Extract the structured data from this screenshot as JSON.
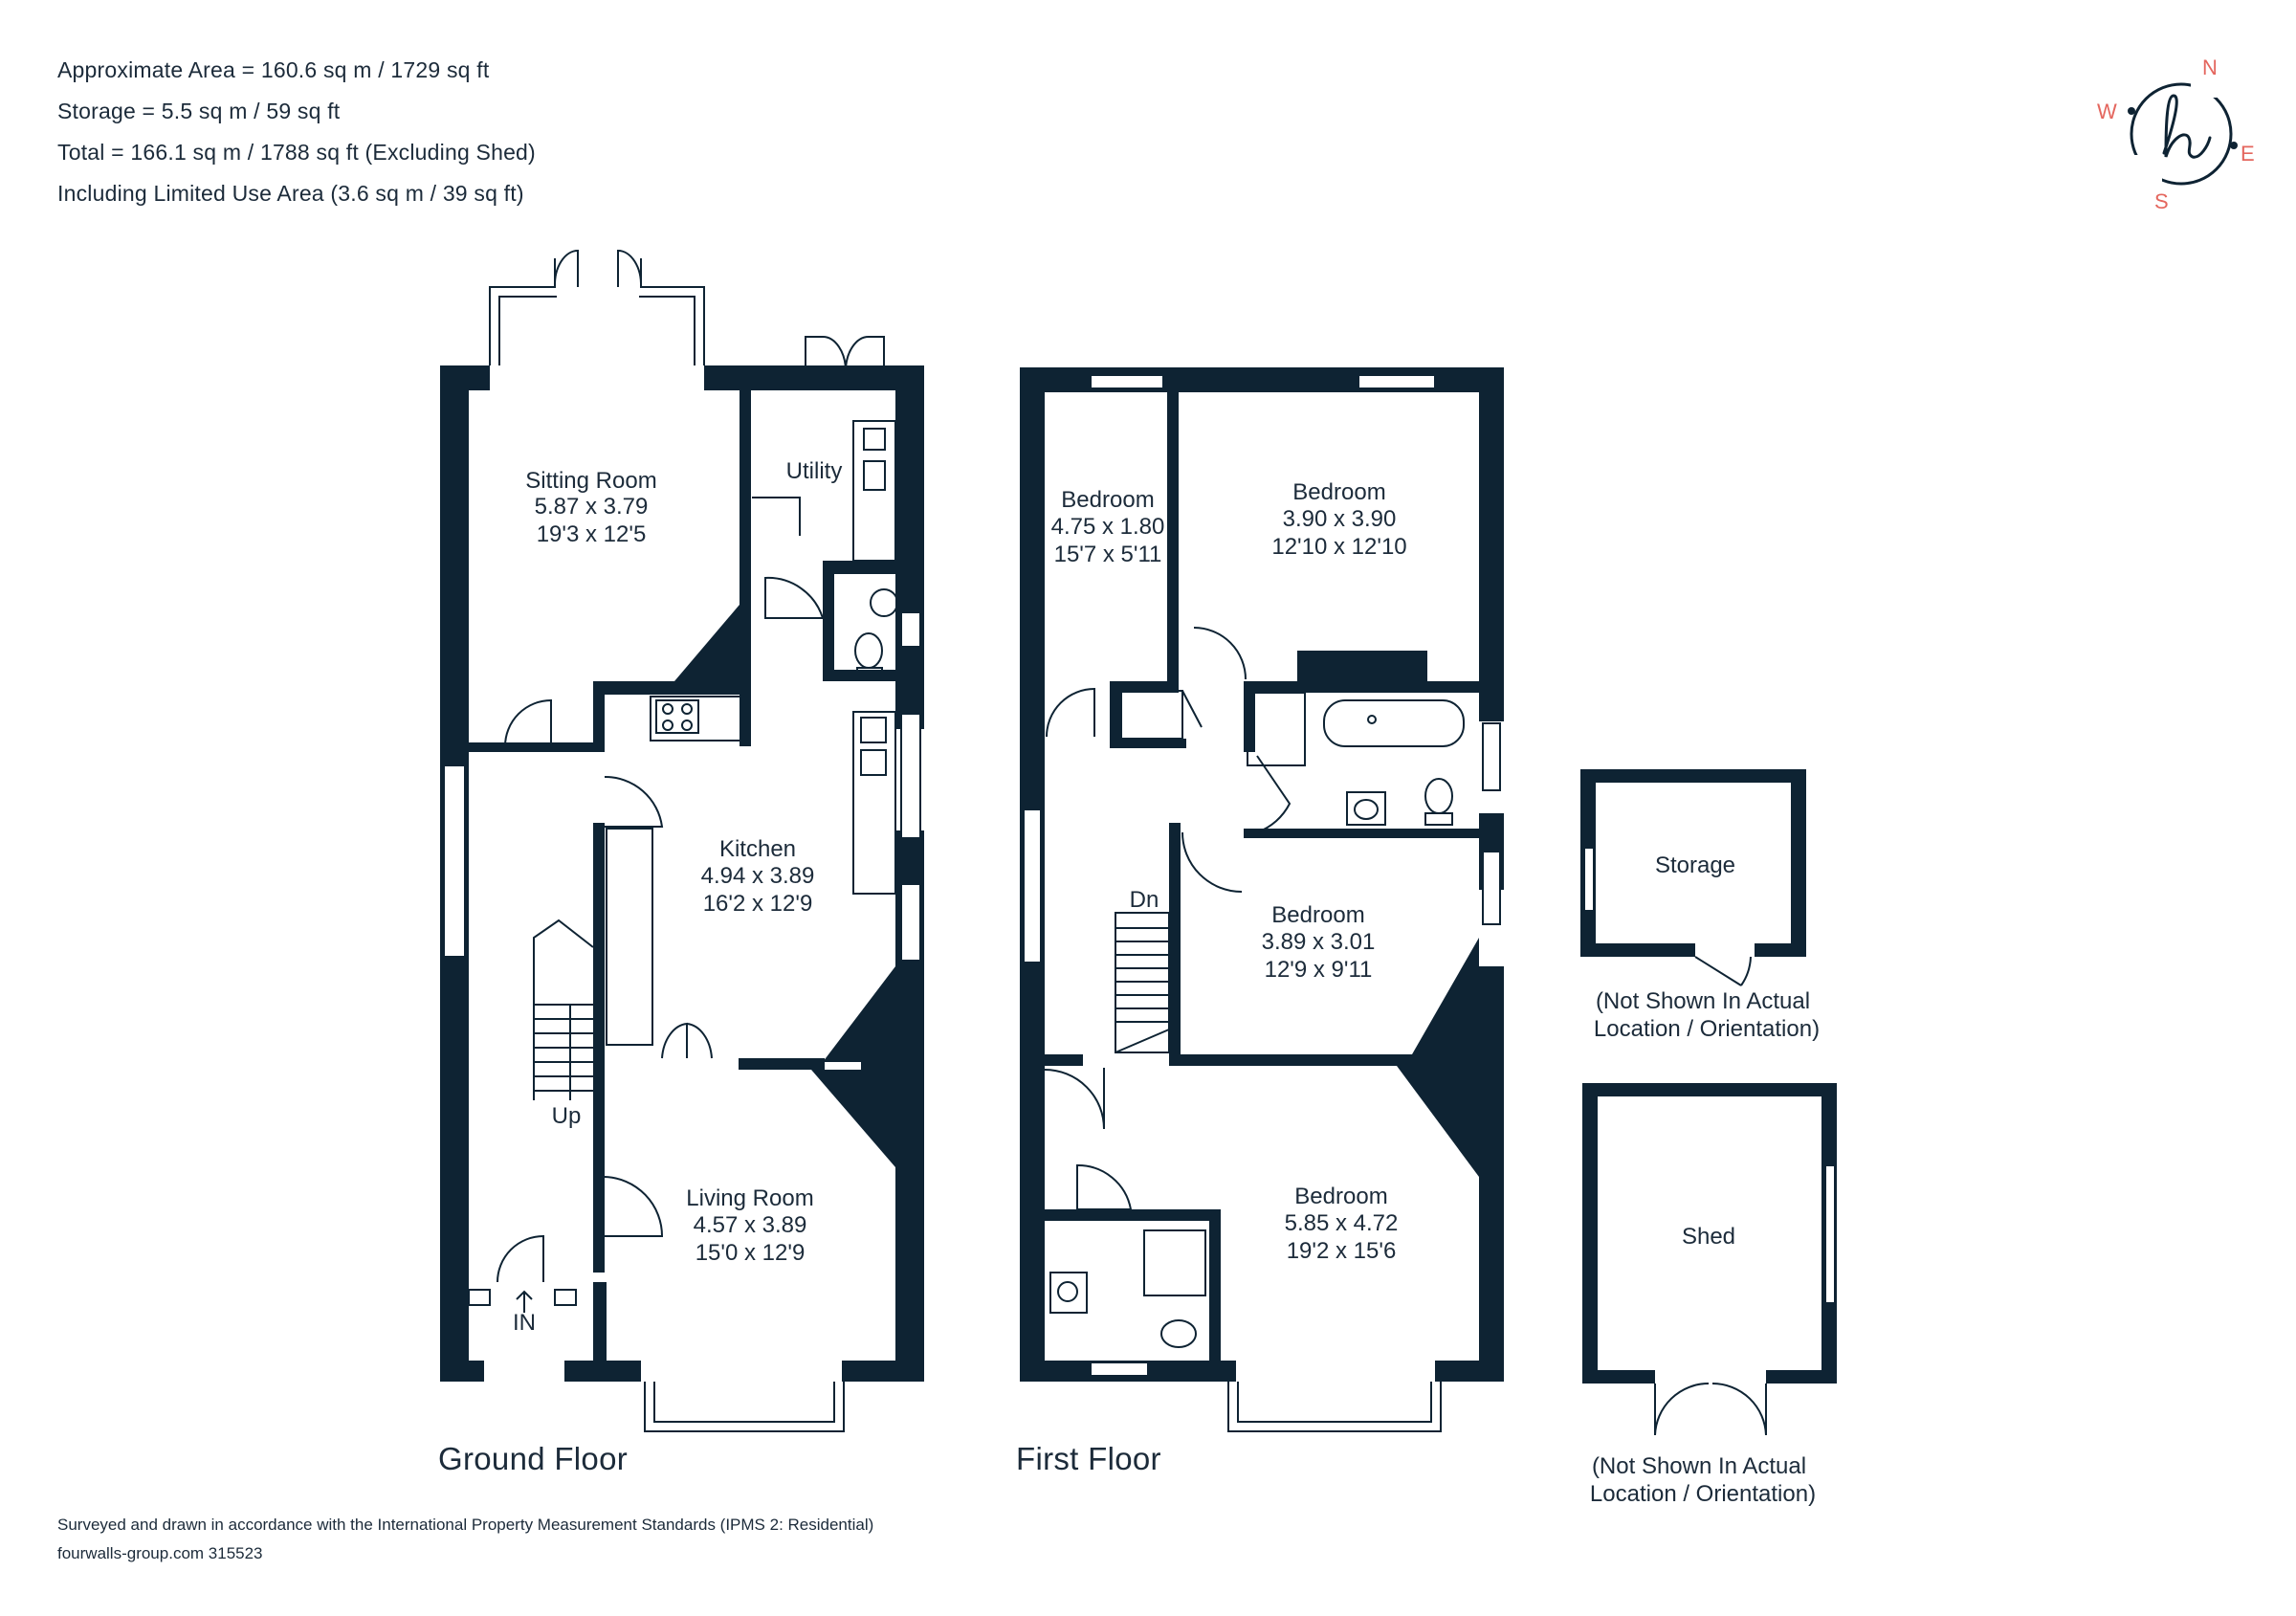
{
  "summary": {
    "area": "Approximate Area = 160.6 sq m / 1729 sq ft",
    "storage": "Storage = 5.5 sq m / 59 sq ft",
    "total": "Total = 166.1 sq m / 1788 sq ft (Excluding Shed)",
    "limited": "Including Limited Use Area (3.6 sq m / 39 sq ft)"
  },
  "compass": {
    "n": "N",
    "e": "E",
    "s": "S",
    "w": "W",
    "accent": "#e4665e",
    "logo_color": "#0e2333"
  },
  "ground_floor": {
    "title": "Ground Floor",
    "sitting_room": {
      "name": "Sitting Room",
      "metric": "5.87 x 3.79",
      "imperial": "19'3 x 12'5"
    },
    "utility": {
      "name": "Utility"
    },
    "kitchen": {
      "name": "Kitchen",
      "metric": "4.94 x 3.89",
      "imperial": "16'2 x 12'9"
    },
    "living_room": {
      "name": "Living Room",
      "metric": "4.57 x 3.89",
      "imperial": "15'0 x 12'9"
    },
    "stairs_label": "Up",
    "entrance_label": "IN"
  },
  "first_floor": {
    "title": "First Floor",
    "bedroom_small": {
      "name": "Bedroom",
      "metric": "4.75 x 1.80",
      "imperial": "15'7 x 5'11"
    },
    "bedroom_rear": {
      "name": "Bedroom",
      "metric": "3.90 x 3.90",
      "imperial": "12'10 x 12'10"
    },
    "bedroom_middle": {
      "name": "Bedroom",
      "metric": "3.89 x 3.01",
      "imperial": "12'9 x 9'11"
    },
    "bedroom_front": {
      "name": "Bedroom",
      "metric": "5.85 x 4.72",
      "imperial": "19'2 x 15'6"
    },
    "stairs_label": "Dn"
  },
  "outbuildings": {
    "storage": {
      "name": "Storage",
      "note_line1": "(Not Shown In Actual",
      "note_line2": "Location / Orientation)"
    },
    "shed": {
      "name": "Shed",
      "note_line1": "(Not Shown In Actual",
      "note_line2": "Location / Orientation)"
    }
  },
  "footer": {
    "standards": "Surveyed and drawn in accordance with the International Property Measurement Standards (IPMS 2: Residential)",
    "reference": "fourwalls-group.com 315523"
  }
}
